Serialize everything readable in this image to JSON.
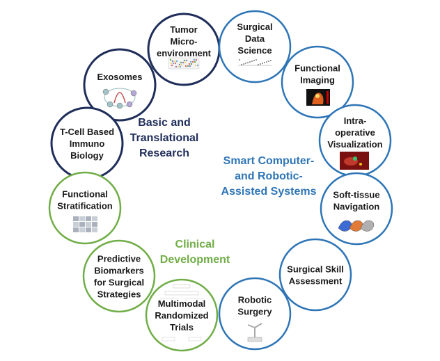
{
  "colors": {
    "basic": "#1f2d5a",
    "smart": "#2e75b6",
    "clinical": "#70ad47",
    "text": "#1a1a1a"
  },
  "groups": {
    "basic": [
      "Basic and",
      "Translational",
      "Research"
    ],
    "smart": [
      "Smart Computer-",
      "and Robotic-",
      "Assisted Systems"
    ],
    "clinical": [
      "Clinical",
      "Development"
    ]
  },
  "circles": [
    {
      "id": "tumor",
      "group": "basic",
      "lines": [
        "Tumor",
        "Micro-",
        "environment"
      ],
      "icon": "scatter-plot-thumbnail"
    },
    {
      "id": "exosomes",
      "group": "basic",
      "lines": [
        "Exosomes"
      ],
      "icon": "exosome-cycle-thumbnail"
    },
    {
      "id": "tcell",
      "group": "basic",
      "lines": [
        "T-Cell Based",
        "Immuno",
        "Biology"
      ],
      "icon": ""
    },
    {
      "id": "surgical-data",
      "group": "smart",
      "lines": [
        "Surgical",
        "Data",
        "Science"
      ],
      "icon": "timeline-plot-thumbnail"
    },
    {
      "id": "functional-imaging",
      "group": "smart",
      "lines": [
        "Functional",
        "Imaging"
      ],
      "icon": "thermal-image-thumbnail"
    },
    {
      "id": "intraoperative",
      "group": "smart",
      "lines": [
        "Intra-",
        "operative",
        "Visualization"
      ],
      "icon": "endoscopy-image-thumbnail"
    },
    {
      "id": "soft-tissue",
      "group": "smart",
      "lines": [
        "Soft-tissue",
        "Navigation"
      ],
      "icon": "liver-models-thumbnail"
    },
    {
      "id": "surgical-skill",
      "group": "smart",
      "lines": [
        "Surgical Skill",
        "Assessment"
      ],
      "icon": ""
    },
    {
      "id": "robotic",
      "group": "smart",
      "lines": [
        "Robotic",
        "Surgery"
      ],
      "icon": "surgical-robot-thumbnail"
    },
    {
      "id": "multimodal",
      "group": "clinical",
      "lines": [
        "Multimodal",
        "Randomized",
        "Trials"
      ],
      "icon": "flowchart-thumbnail"
    },
    {
      "id": "predictive",
      "group": "clinical",
      "lines": [
        "Predictive",
        "Biomarkers",
        "for Surgical",
        "Strategies"
      ],
      "icon": ""
    },
    {
      "id": "functional-strat",
      "group": "clinical",
      "lines": [
        "Functional",
        "Stratification"
      ],
      "icon": "microscopy-grid-thumbnail"
    }
  ]
}
